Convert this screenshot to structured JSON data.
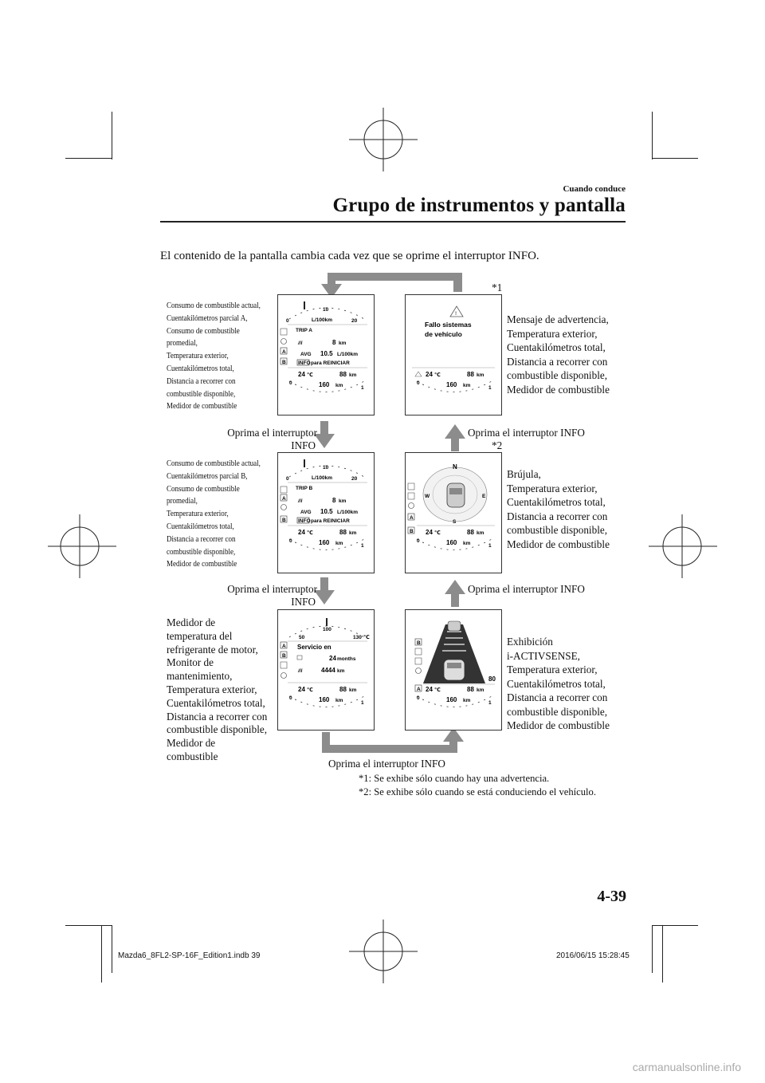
{
  "header": {
    "section": "Cuando conduce",
    "title": "Grupo de instrumentos y pantalla"
  },
  "intro": "El contenido de la pantalla cambia cada vez que se oprime el interruptor INFO.",
  "markers": {
    "m1": "*1",
    "m2": "*2"
  },
  "left_desc_a": [
    "Consumo de combustible actual,",
    "Cuentakilómetros parcial A,",
    "Consumo de combustible",
    "promedial,",
    "Temperatura exterior,",
    "Cuentakilómetros total,",
    "Distancia a recorrer con",
    "combustible disponible,",
    "Medidor de combustible"
  ],
  "left_desc_b": [
    "Consumo de combustible actual,",
    "Cuentakilómetros parcial B,",
    "Consumo de combustible",
    "promedial,",
    "Temperatura exterior,",
    "Cuentakilómetros total,",
    "Distancia a recorrer con",
    "combustible disponible,",
    "Medidor de combustible"
  ],
  "left_desc_c": [
    "Medidor de",
    "temperatura del",
    "refrigerante de motor,",
    "Monitor de",
    "mantenimiento,",
    "Temperatura exterior,",
    "Cuentakilómetros total,",
    "Distancia a recorrer con",
    "combustible disponible,",
    "Medidor de",
    "combustible"
  ],
  "right_desc_a": [
    "Mensaje de advertencia,",
    "Temperatura exterior,",
    "Cuentakilómetros total,",
    "Distancia a recorrer con",
    "combustible disponible,",
    "Medidor de combustible"
  ],
  "right_desc_b": [
    "Brújula,",
    "Temperatura exterior,",
    "Cuentakilómetros total,",
    "Distancia a recorrer con",
    "combustible disponible,",
    "Medidor de combustible"
  ],
  "right_desc_c": [
    "Exhibición",
    "i-ACTIVSENSE,",
    "Temperatura exterior,",
    "Cuentakilómetros total,",
    "Distancia a recorrer con",
    "combustible disponible,",
    "Medidor de combustible"
  ],
  "labels": {
    "press_switch": "Oprima el interruptor",
    "info": "INFO",
    "press_info": "Oprima el interruptor INFO"
  },
  "notes": {
    "n1": "*1: Se exhibe sólo cuando hay una advertencia.",
    "n2": "*2: Se exhibe sólo cuando se está conduciendo el vehículo."
  },
  "display": {
    "fuel_scale": {
      "min": "0",
      "mid": "10",
      "max": "20",
      "unit": "L/100km"
    },
    "trip_a": "TRIP A",
    "trip_b": "TRIP B",
    "trip_value": "8",
    "km": "km",
    "avg_label": "AVG",
    "avg_value": "10.5",
    "avg_unit": "L/100km",
    "info_badge": "INFO",
    "reset_text": "para REINICIAR",
    "temp": "24",
    "temp_unit": "℃",
    "odometer": "88",
    "range": "160",
    "fuel_min": "0",
    "fuel_max": "1",
    "warning_line1": "Fallo sistemas",
    "warning_line2": "de vehículo",
    "compass_n": "N",
    "compass_s": "S",
    "compass_e": "E",
    "compass_w": "W",
    "coolant_min": "50",
    "coolant_mid": "100",
    "coolant_max": "130",
    "coolant_unit": "℃",
    "service_label": "Servicio en",
    "service_months": "24",
    "months_unit": "months",
    "service_km": "4444",
    "speed_limit": "80",
    "icon_a": "A",
    "icon_b": "B"
  },
  "page_number": "4-39",
  "footer": {
    "file": "Mazda6_8FL2-SP-16F_Edition1.indb   39",
    "date": "2016/06/15   15:28:45"
  },
  "watermark": "carmanualsonline.info"
}
